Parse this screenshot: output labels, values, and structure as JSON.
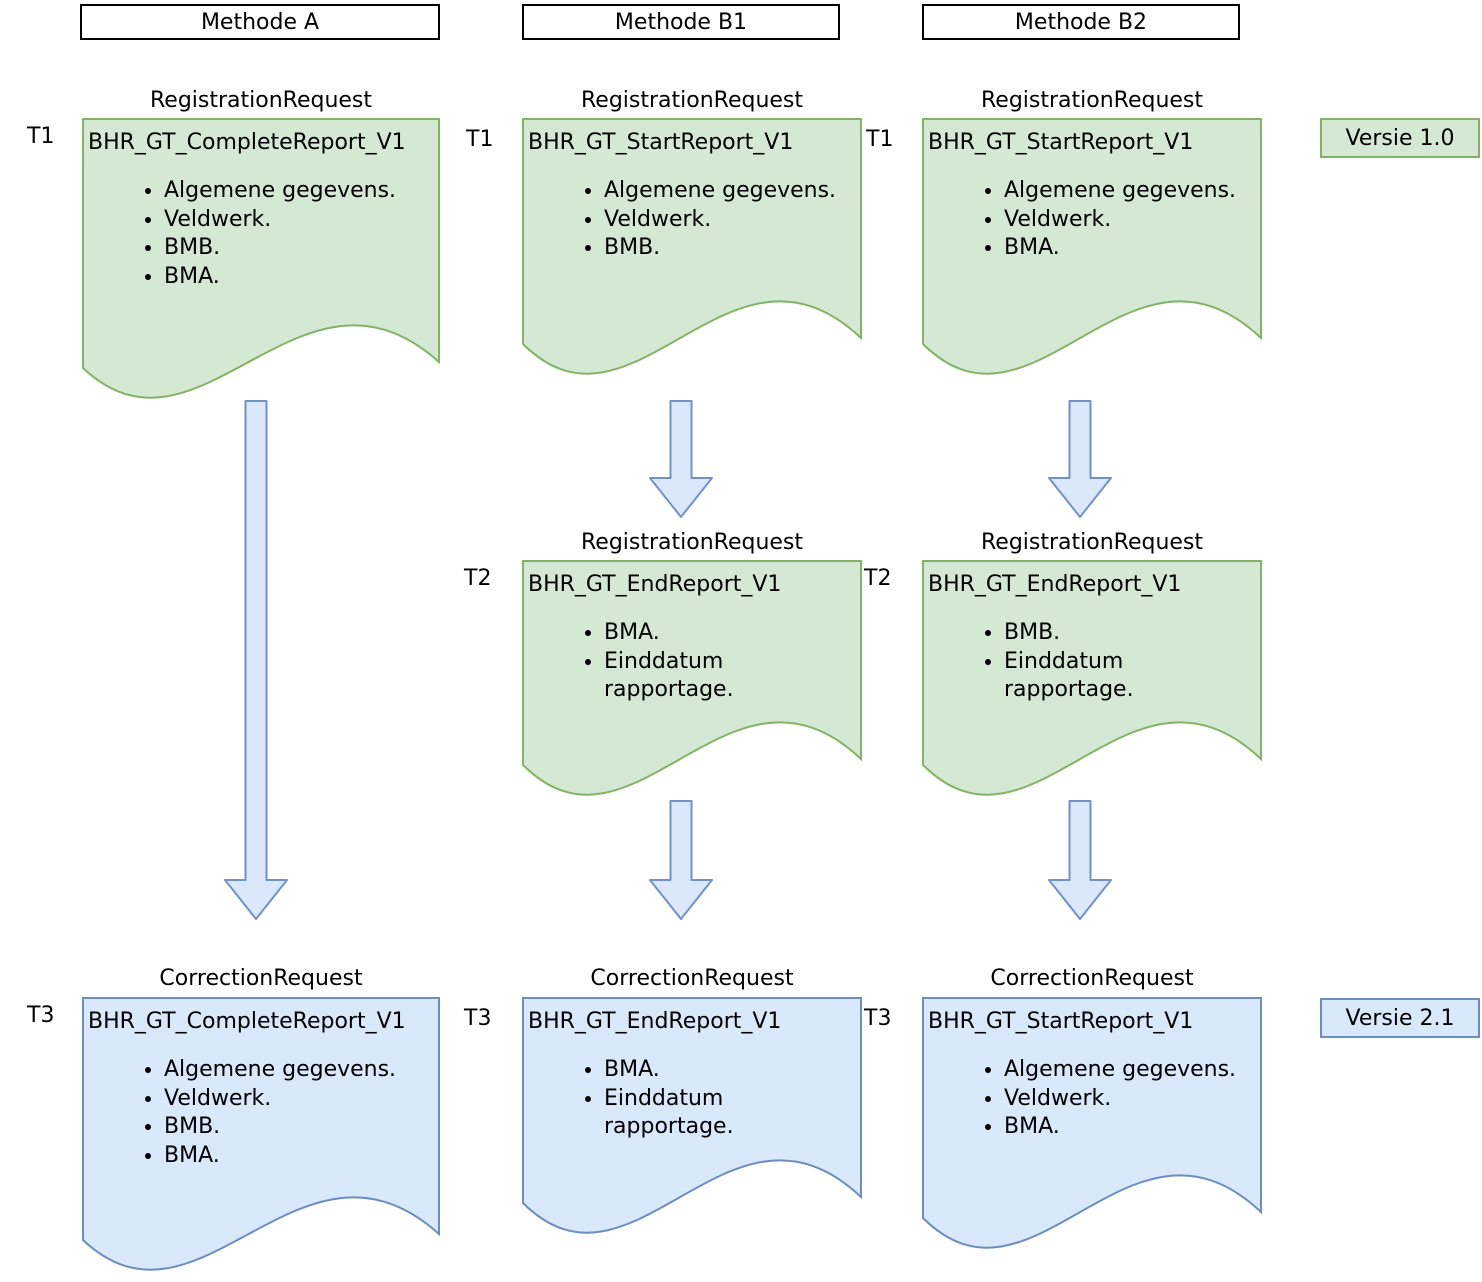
{
  "colors": {
    "green_fill": "#d5e8d4",
    "green_border": "#82b366",
    "blue_fill": "#dae8fc",
    "blue_border": "#6c8ebf",
    "arrow_fill": "#dbe8fb",
    "arrow_border": "#7191c9"
  },
  "badges": [
    {
      "label": "Versie 1.0",
      "variant": "green"
    },
    {
      "label": "Versie 2.1",
      "variant": "blue"
    }
  ],
  "columns": [
    {
      "header": "Methode A",
      "documents": [
        {
          "request_type": "RegistrationRequest",
          "time_label": "T1",
          "title": "BHR_GT_CompleteReport_V1",
          "items": [
            "Algemene gegevens.",
            "Veldwerk.",
            "BMB.",
            "BMA."
          ],
          "variant": "green"
        },
        {
          "request_type": "CorrectionRequest",
          "time_label": "T3",
          "title": "BHR_GT_CompleteReport_V1",
          "items": [
            "Algemene gegevens.",
            "Veldwerk.",
            "BMB.",
            "BMA."
          ],
          "variant": "blue"
        }
      ]
    },
    {
      "header": "Methode B1",
      "documents": [
        {
          "request_type": "RegistrationRequest",
          "time_label": "T1",
          "title": "BHR_GT_StartReport_V1",
          "items": [
            "Algemene gegevens.",
            "Veldwerk.",
            "BMB."
          ],
          "variant": "green"
        },
        {
          "request_type": "RegistrationRequest",
          "time_label": "T2",
          "title": "BHR_GT_EndReport_V1",
          "items": [
            "BMA.",
            "Einddatum rapportage."
          ],
          "variant": "green"
        },
        {
          "request_type": "CorrectionRequest",
          "time_label": "T3",
          "title": "BHR_GT_EndReport_V1",
          "items": [
            "BMA.",
            "Einddatum rapportage."
          ],
          "variant": "blue"
        }
      ]
    },
    {
      "header": "Methode B2",
      "documents": [
        {
          "request_type": "RegistrationRequest",
          "time_label": "T1",
          "title": "BHR_GT_StartReport_V1",
          "items": [
            "Algemene gegevens.",
            "Veldwerk.",
            "BMA."
          ],
          "variant": "green"
        },
        {
          "request_type": "RegistrationRequest",
          "time_label": "T2",
          "title": "BHR_GT_EndReport_V1",
          "items": [
            "BMB.",
            "Einddatum rapportage."
          ],
          "variant": "green"
        },
        {
          "request_type": "CorrectionRequest",
          "time_label": "T3",
          "title": "BHR_GT_StartReport_V1",
          "items": [
            "Algemene gegevens.",
            "Veldwerk.",
            "BMA."
          ],
          "variant": "blue"
        }
      ]
    }
  ]
}
